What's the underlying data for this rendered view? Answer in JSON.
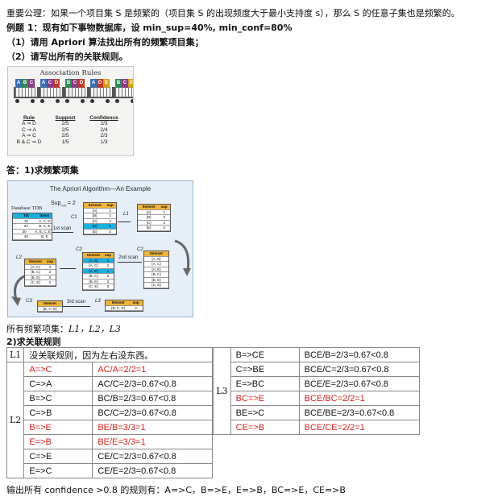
{
  "text": {
    "axiom": "重要公理：如果一个项目集 S 是频繁的（项目集 S 的出现频度大于最小支持度 s），那么 S 的任意子集也是频繁的。",
    "example": "例题 1：现有如下事物数据库，设 min_sup=40%, min_conf=80%",
    "q1": "（1）请用 Apriori 算法找出所有的频繁项目集；",
    "q2": "（2）请写出所有的关联规则。",
    "answer1": "答：1)求频繁项集",
    "frequent_sets_prefix": "所有频繁项集：",
    "frequent_sets": "L1，L2，L3",
    "answer2": "2)求关联规则",
    "output": "输出所有 confidence >0.8 的规则有：A=>C，B=>E，E=>B，BC=>E，CE=>B"
  },
  "assoc_figure": {
    "title": "Association Rules",
    "carts": [
      {
        "items": [
          "A",
          "B",
          "C"
        ],
        "colors": [
          "#3a6fb5",
          "#2e8b57",
          "#8b3a8b"
        ]
      },
      {
        "items": [
          "A",
          "C",
          "D"
        ],
        "colors": [
          "#3a6fb5",
          "#8b3a8b",
          "#c0392b"
        ]
      },
      {
        "items": [
          "B",
          "C",
          "D"
        ],
        "colors": [
          "#2e8b57",
          "#8b3a8b",
          "#c0392b"
        ]
      },
      {
        "items": [
          "A",
          "D",
          "E"
        ],
        "colors": [
          "#3a6fb5",
          "#c0392b",
          "#d4a017"
        ]
      },
      {
        "items": [
          "B",
          "C",
          "E"
        ],
        "colors": [
          "#2e8b57",
          "#8b3a8b",
          "#d4a017"
        ]
      }
    ],
    "headers": [
      "Rule",
      "Support",
      "Confidence"
    ],
    "rows": [
      [
        "A ⇒ D",
        "2/5",
        "2/3"
      ],
      [
        "C ⇒ A",
        "2/5",
        "2/4"
      ],
      [
        "A ⇒ C",
        "2/5",
        "2/3"
      ],
      [
        "B & C ⇒ D",
        "1/5",
        "1/3"
      ]
    ]
  },
  "apriori_figure": {
    "title": "The Apriori Algorithm—An Example",
    "supmin": "Sup",
    "supmin_sub": "min",
    "supmin_val": " = 2",
    "db_label": "Database TDB",
    "scan1": "1st scan",
    "scan2": "2nd scan",
    "scan3": "3rd scan",
    "labels": {
      "c1": "C1",
      "l1": "L1",
      "c2": "C2",
      "l2": "L2",
      "c3": "C3",
      "l3": "L3"
    },
    "tdb": {
      "header": [
        "Tid",
        "Items"
      ],
      "rows": [
        [
          "10",
          "A, C, D"
        ],
        [
          "20",
          "B, C, E"
        ],
        [
          "30",
          "A, B, C, E"
        ],
        [
          "40",
          "B, E"
        ]
      ]
    },
    "c1": {
      "header": [
        "Itemset",
        "sup"
      ],
      "rows": [
        [
          "{A}",
          "2"
        ],
        [
          "{B}",
          "3"
        ],
        [
          "{C}",
          "3"
        ],
        [
          "{D}",
          "1"
        ],
        [
          "{E}",
          "3"
        ]
      ]
    },
    "l1": {
      "header": [
        "Itemset",
        "sup"
      ],
      "rows": [
        [
          "{A}",
          "2"
        ],
        [
          "{B}",
          "3"
        ],
        [
          "{C}",
          "3"
        ],
        [
          "{E}",
          "3"
        ]
      ]
    },
    "c2a": {
      "header": [
        "Itemset"
      ],
      "rows": [
        [
          "{A, B}"
        ],
        [
          "{A, C}"
        ],
        [
          "{A, E}"
        ],
        [
          "{B, C}"
        ],
        [
          "{B, E}"
        ],
        [
          "{C, E}"
        ]
      ]
    },
    "c2b": {
      "header": [
        "Itemset",
        "sup"
      ],
      "rows": [
        [
          "{A, B}",
          "1"
        ],
        [
          "{A, C}",
          "2"
        ],
        [
          "{A, E}",
          "1"
        ],
        [
          "{B, C}",
          "2"
        ],
        [
          "{B, E}",
          "3"
        ],
        [
          "{C, E}",
          "2"
        ]
      ]
    },
    "l2": {
      "header": [
        "Itemset",
        "sup"
      ],
      "rows": [
        [
          "{A, C}",
          "2"
        ],
        [
          "{B, C}",
          "2"
        ],
        [
          "{B, E}",
          "3"
        ],
        [
          "{C, E}",
          "2"
        ]
      ]
    },
    "c3": {
      "header": [
        "Itemset"
      ],
      "rows": [
        [
          "{B, C, E}"
        ]
      ]
    },
    "l3": {
      "header": [
        "Itemset",
        "sup"
      ],
      "rows": [
        [
          "{B, C, E}",
          "2"
        ]
      ]
    }
  },
  "rules_table": {
    "l1_label": "L1",
    "l1_text": "没关联规则，因为左右没东西。",
    "l2_label": "L2",
    "l3_label": "L3",
    "l2_rows": [
      {
        "rule": "A=>C",
        "calc": "AC/A=2/2=1",
        "red": true
      },
      {
        "rule": "C=>A",
        "calc": "AC/C=2/3=0.67<0.8",
        "red": false
      },
      {
        "rule": "B=>C",
        "calc": "BC/B=2/3=0.67<0.8",
        "red": false
      },
      {
        "rule": "C=>B",
        "calc": "BC/C=2/3=0.67<0.8",
        "red": false
      },
      {
        "rule": "B=>E",
        "calc": "BE/B=3/3=1",
        "red": true
      },
      {
        "rule": "E=>B",
        "calc": "BE/E=3/3=1",
        "red": true
      },
      {
        "rule": "C=>E",
        "calc": "CE/C=2/3=0.67<0.8",
        "red": false
      },
      {
        "rule": "E=>C",
        "calc": "CE/E=2/3=0.67<0.8",
        "red": false
      }
    ],
    "l3_rows": [
      {
        "rule": "B=>CE",
        "calc": "BCE/B=2/3=0.67<0.8",
        "red": false
      },
      {
        "rule": "C=>BE",
        "calc": "BCE/C=2/3=0.67<0.8",
        "red": false
      },
      {
        "rule": "E=>BC",
        "calc": "BCE/E=2/3=0.67<0.8",
        "red": false
      },
      {
        "rule": "BC=>E",
        "calc": "BCE/BC=2/2=1",
        "red": true
      },
      {
        "rule": "BE=>C",
        "calc": "BCE/BE=2/3=0.67<0.8",
        "red": false
      },
      {
        "rule": "CE=>B",
        "calc": "BCE/CE=2/2=1",
        "red": true
      }
    ]
  },
  "colors": {
    "highlight": "#d4201c",
    "itemset_header": "#f1b43a",
    "itemset_pruned": "#1ab0e0"
  }
}
